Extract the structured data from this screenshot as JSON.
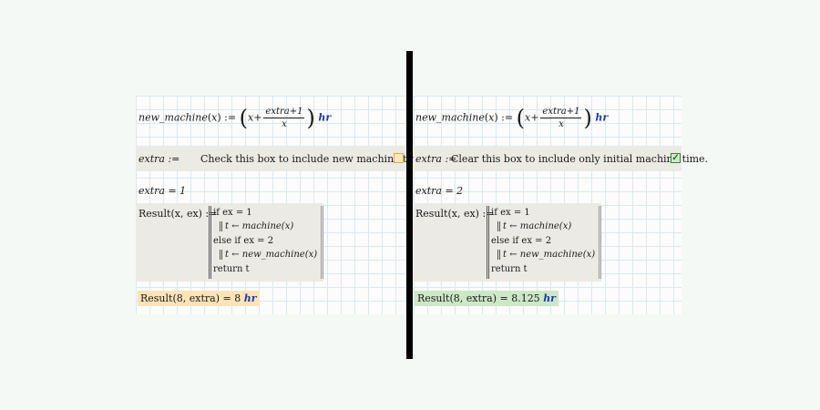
{
  "left": {
    "def_name": "new_machine",
    "def_arg": "x",
    "def_op": ":=",
    "def_x": "x",
    "def_plus": "+",
    "frac_num": "extra+1",
    "frac_den": "x",
    "def_unit": "hr",
    "band_label": "extra :=",
    "band_message": "Check this box to include new machine time.",
    "checked": false,
    "extra_assign": "extra = 1",
    "prog_head": "Result(x, ex) :=",
    "prog_lines": [
      "if ex = 1",
      "t ← machine(x)",
      "else if ex = 2",
      "t ← new_machine(x)",
      "return t"
    ],
    "result_text": "Result(8, extra) = 8",
    "result_unit": "hr"
  },
  "right": {
    "def_name": "new_machine",
    "def_arg": "x",
    "def_op": ":=",
    "def_x": "x",
    "def_plus": "+",
    "frac_num": "extra+1",
    "frac_den": "x",
    "def_unit": "hr",
    "band_label": "extra :=",
    "band_message": "Clear this box to include only initial machine time.",
    "checked": true,
    "check_glyph": "✓",
    "extra_assign": "extra = 2",
    "prog_head": "Result(x, ex) :=",
    "prog_lines": [
      "if ex = 1",
      "t ← machine(x)",
      "else if ex = 2",
      "t ← new_machine(x)",
      "return t"
    ],
    "result_text": "Result(8, extra) = 8.125",
    "result_unit": "hr"
  },
  "colors": {
    "grid": "#d9e8f2",
    "band": "#eceae4",
    "unit": "#1f3aa8",
    "result_warn": "#fde3b8",
    "result_ok": "#cde8c6"
  }
}
